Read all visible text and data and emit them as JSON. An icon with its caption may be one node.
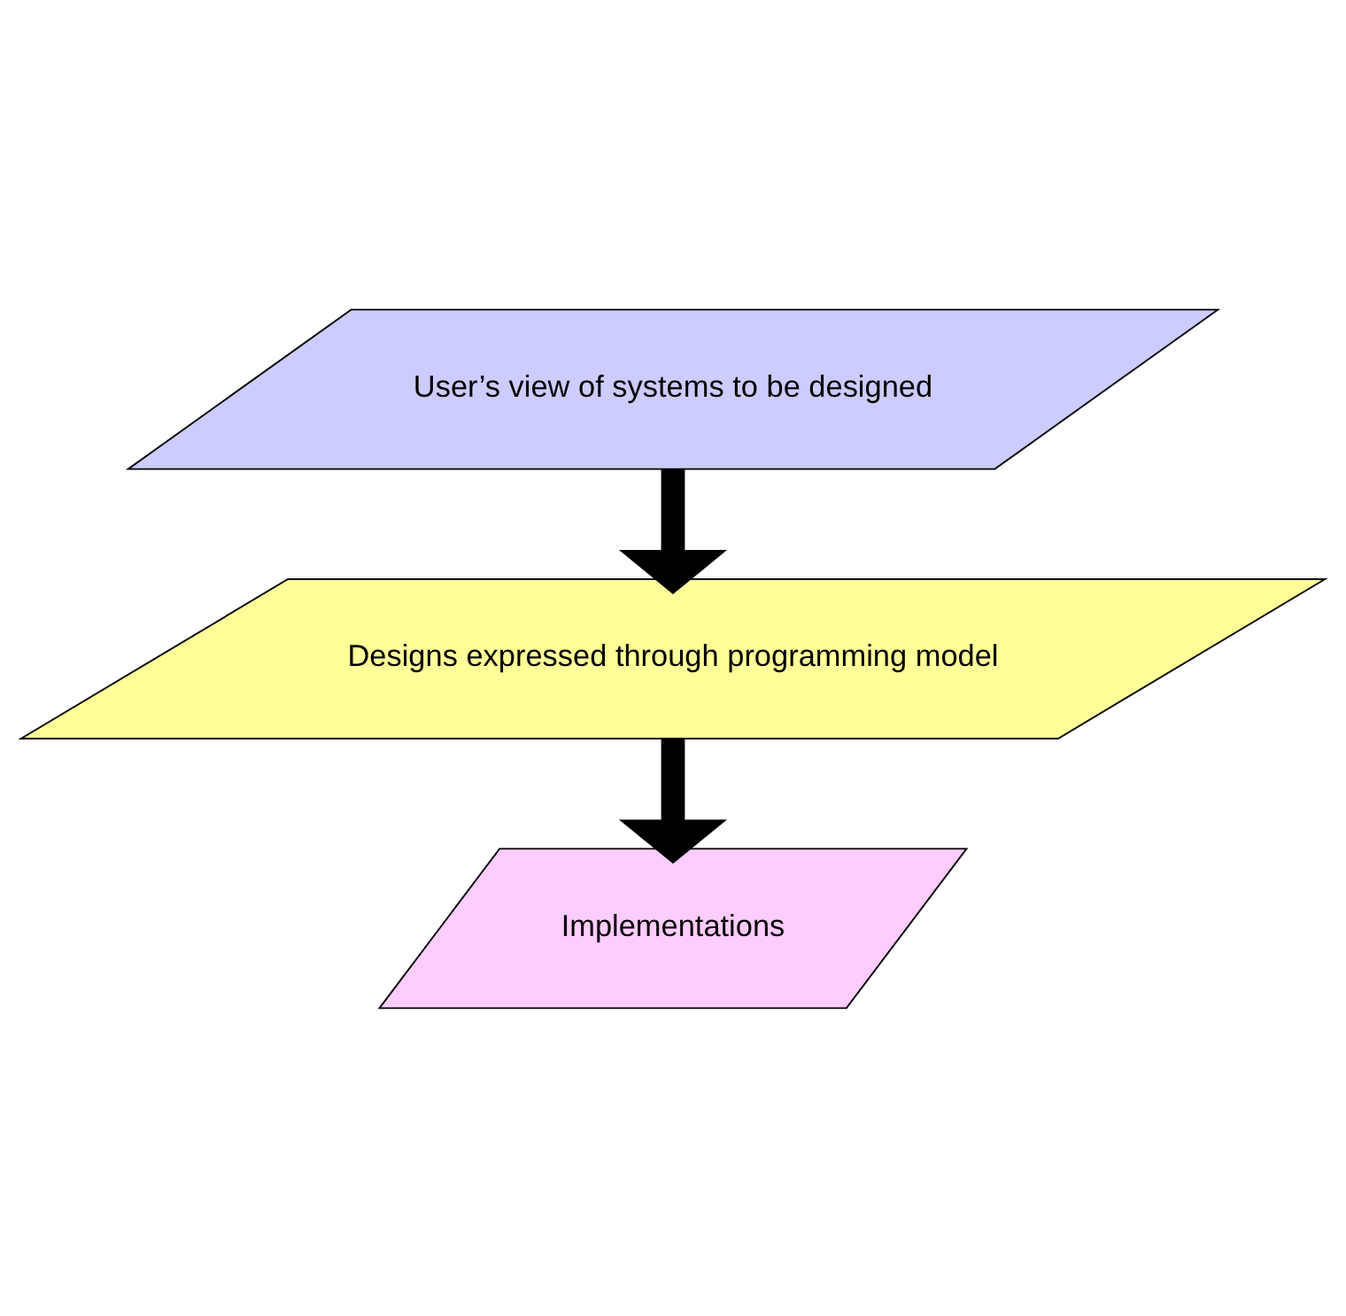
{
  "diagram": {
    "nodes": [
      {
        "text": [
          "User’s view of systems to be designed"
        ]
      },
      {
        "text": [
          "Designs expressed through programming model"
        ]
      },
      {
        "text": [
          "Implementations"
        ]
      }
    ],
    "edges": [
      {
        "from": 0,
        "to": 1,
        "arrow": "to"
      },
      {
        "from": 1,
        "to": 2,
        "arrow": "to"
      }
    ]
  }
}
